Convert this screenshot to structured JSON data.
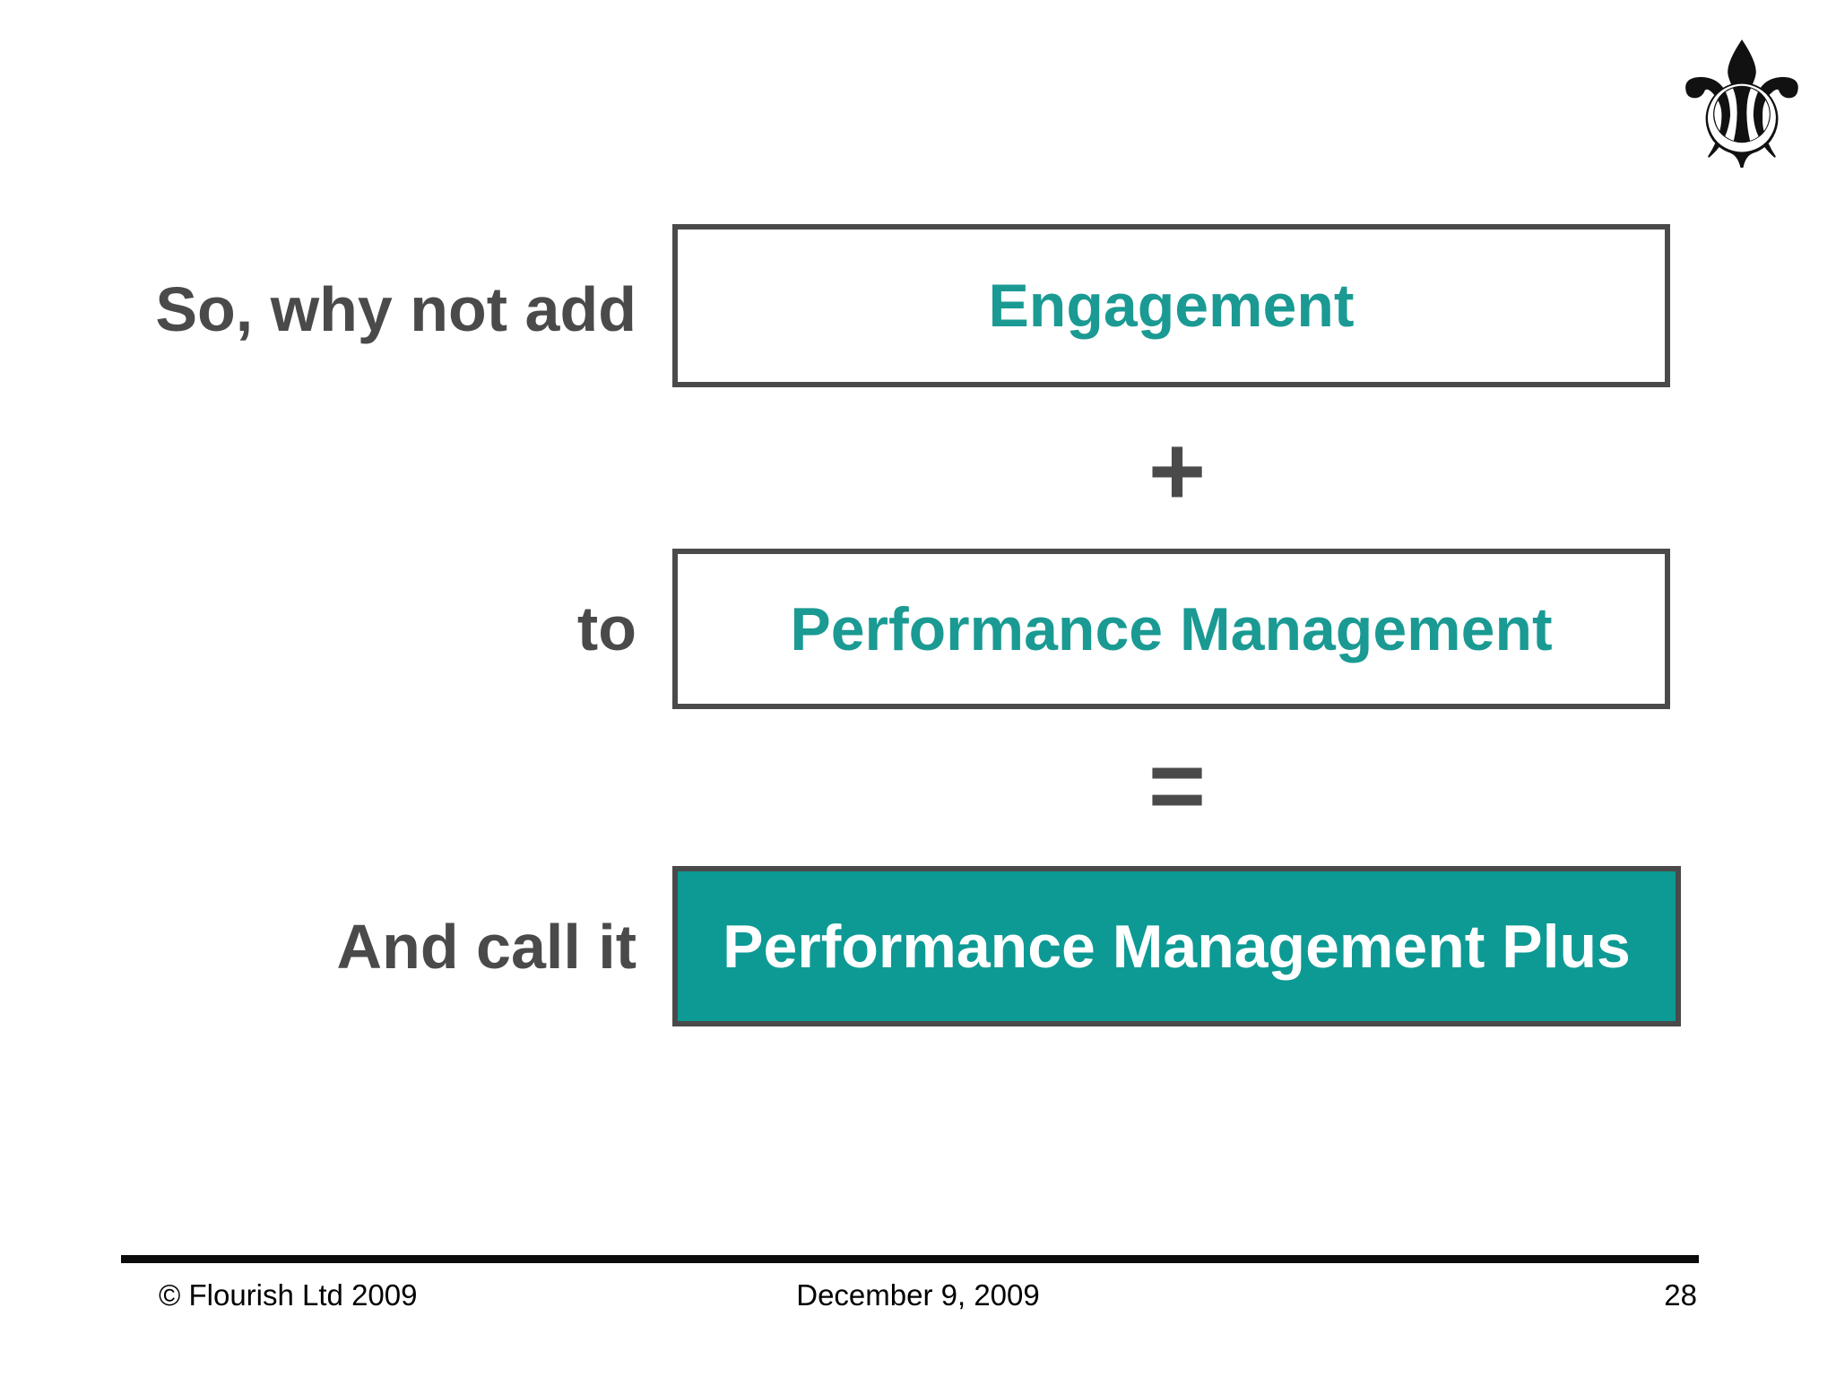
{
  "logo": {
    "icon": "fleur-de-lis",
    "glyph": "⚜"
  },
  "equation": {
    "row1": {
      "label": "So, why not add",
      "box_text": "Engagement"
    },
    "row2": {
      "label": "to",
      "box_text": "Performance Management"
    },
    "row3": {
      "label": "And call it",
      "box_text": "Performance Management Plus"
    },
    "operators": {
      "plus": "+",
      "equals": "="
    }
  },
  "footer": {
    "copyright": "© Flourish Ltd 2009",
    "date": "December 9, 2009",
    "page_number": "28"
  },
  "colors": {
    "teal_text": "#1A9A93",
    "teal_fill": "#0D9A94",
    "gray_border": "#4A4A4A"
  }
}
